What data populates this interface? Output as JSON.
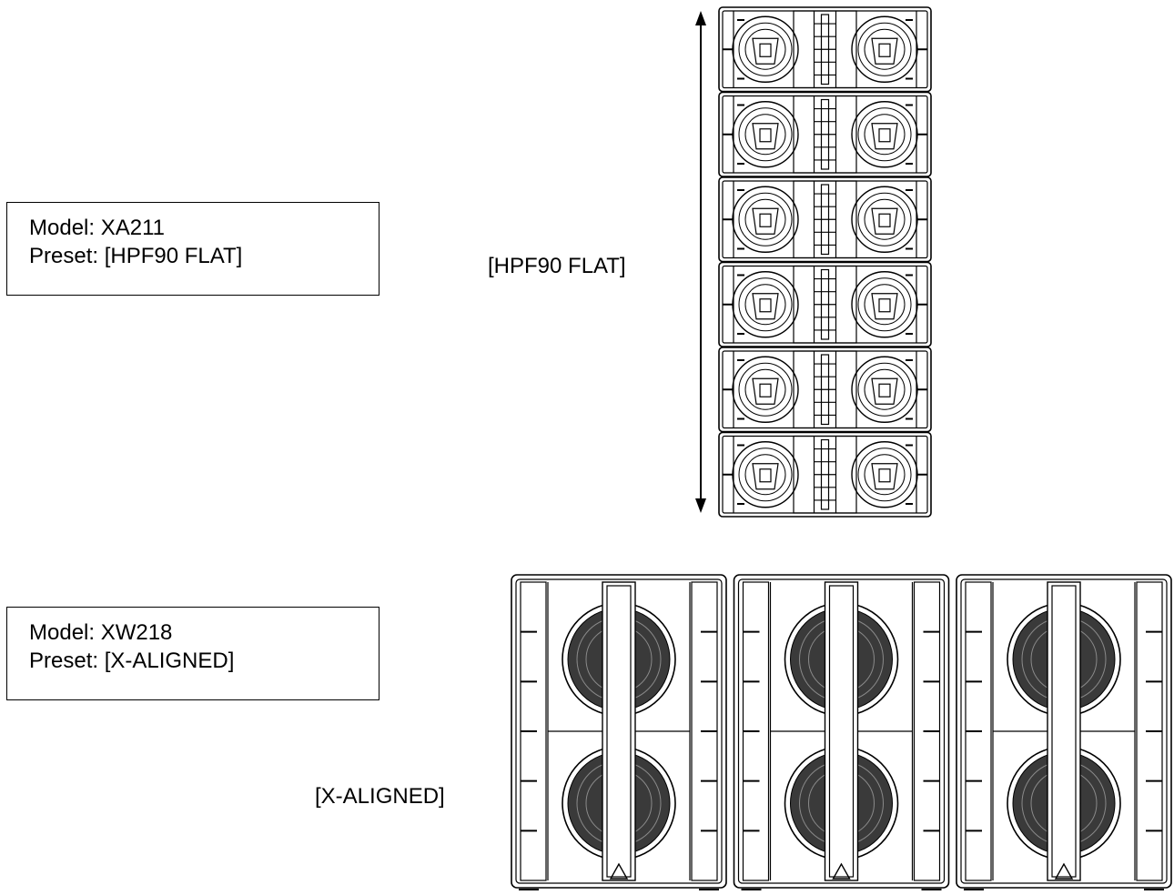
{
  "top_group": {
    "model_label": "Model: XA211",
    "preset_label": "Preset: [HPF90 FLAT]",
    "array_label": "[HPF90 FLAT]",
    "cabinet_count": 6,
    "cabinet_icon": "line-array-cabinet-icon",
    "arrow_icon": "double-headed-arrow-icon"
  },
  "bottom_group": {
    "model_label": "Model: XW218",
    "preset_label": "Preset: [X-ALIGNED]",
    "array_label": "[X-ALIGNED]",
    "cabinet_count": 3,
    "cabinet_icon": "subwoofer-cabinet-icon"
  },
  "colors": {
    "line": "#000000",
    "background": "#ffffff",
    "woofer_fill": "#3a3a3a"
  }
}
